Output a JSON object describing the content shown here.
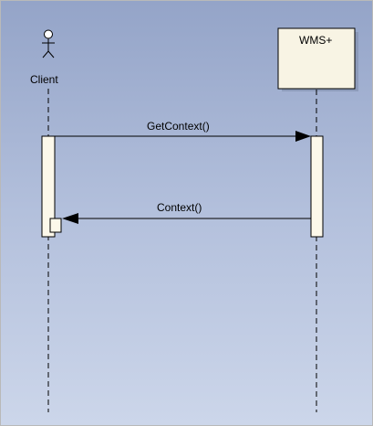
{
  "participants": {
    "client": {
      "name": "Client",
      "kind": "actor"
    },
    "server": {
      "name": "WMS+",
      "kind": "object"
    }
  },
  "messages": [
    {
      "label": "GetContext()",
      "from": "Client",
      "to": "WMS+",
      "kind": "synchronous"
    },
    {
      "label": "Context()",
      "from": "WMS+",
      "to": "Client",
      "kind": "synchronous"
    }
  ],
  "colors": {
    "background_top": "#94a4c8",
    "background_bottom": "#ccd6ea",
    "object_fill": "#f8f4e4",
    "activation_fill": "#fcf8ea",
    "line": "#000000"
  }
}
